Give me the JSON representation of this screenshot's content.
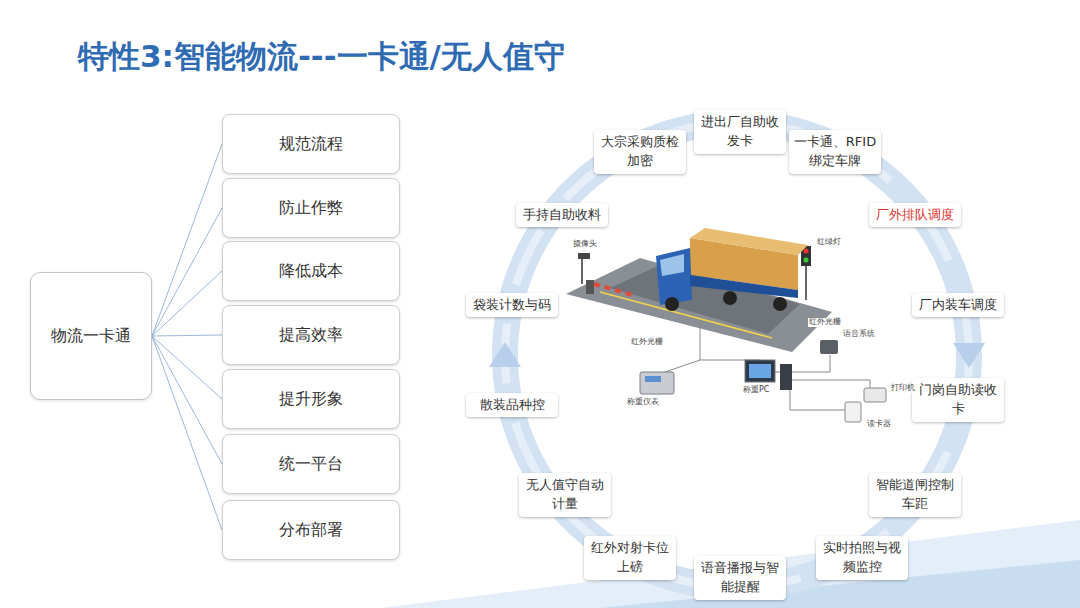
{
  "diagram": {
    "title": "特性3:智能物流---一卡通/无人值守",
    "nodes": [
      {
        "text": [
          "物流一卡通"
        ]
      },
      {
        "text": [
          "规范流程"
        ]
      },
      {
        "text": [
          "防止作弊"
        ]
      },
      {
        "text": [
          "降低成本"
        ]
      },
      {
        "text": [
          "提高效率"
        ]
      },
      {
        "text": [
          "提升形象"
        ]
      },
      {
        "text": [
          "统一平台"
        ]
      },
      {
        "text": [
          "分布部署"
        ]
      },
      {
        "text": [
          "进出厂自助收发卡"
        ]
      },
      {
        "text": [
          "一卡通、RFID绑定车牌"
        ]
      },
      {
        "text": [
          "厂外排队调度"
        ]
      },
      {
        "text": [
          "厂内装车调度"
        ]
      },
      {
        "text": [
          "门岗自助读收卡"
        ]
      },
      {
        "text": [
          "智能道闸控制车距"
        ]
      },
      {
        "text": [
          "实时拍照与视频监控"
        ]
      },
      {
        "text": [
          "语音播报与智能提醒"
        ]
      },
      {
        "text": [
          "红外对射卡位上磅"
        ]
      },
      {
        "text": [
          "无人值守自动计量"
        ]
      },
      {
        "text": [
          "散装品种控"
        ]
      },
      {
        "text": [
          "袋装计数与码"
        ]
      },
      {
        "text": [
          "手持自助收料"
        ]
      },
      {
        "text": [
          "大宗采购质检加密"
        ]
      }
    ],
    "edges": [
      {
        "from": 0,
        "to": 1,
        "arrow": "none"
      },
      {
        "from": 0,
        "to": 2,
        "arrow": "none"
      },
      {
        "from": 0,
        "to": 3,
        "arrow": "none"
      },
      {
        "from": 0,
        "to": 4,
        "arrow": "none"
      },
      {
        "from": 0,
        "to": 5,
        "arrow": "none"
      },
      {
        "from": 0,
        "to": 6,
        "arrow": "none"
      },
      {
        "from": 0,
        "to": 7,
        "arrow": "none"
      }
    ],
    "labels": [
      "摄像头",
      "红绿灯",
      "红外光栅",
      "语音系统",
      "打印机",
      "称重PC",
      "称重仪表",
      "读卡器",
      "红外光栅"
    ]
  }
}
